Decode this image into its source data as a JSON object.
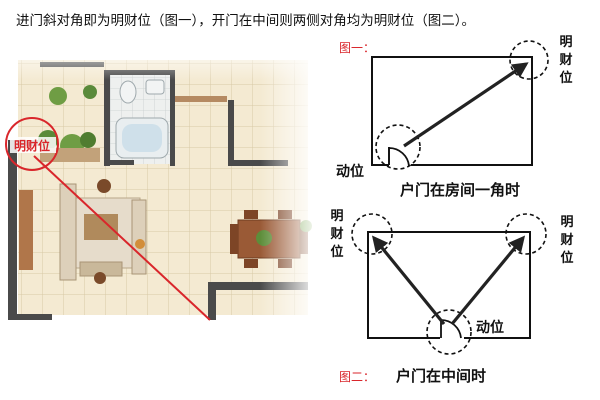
{
  "caption": "进门斜对角即为明财位（图一），开门在中间则两侧对角均为明财位（图二）。",
  "floorplan": {
    "marker_label": "明财位"
  },
  "figure1": {
    "tag": "图一：",
    "wealth_label": [
      "明",
      "财",
      "位"
    ],
    "door_label": "动位",
    "caption": "户门在房间一角时"
  },
  "figure2": {
    "wealth_left": [
      "明",
      "财",
      "位"
    ],
    "wealth_right": [
      "明",
      "财",
      "位"
    ],
    "door_label": "动位",
    "tag": "图二：",
    "caption": "户门在中间时"
  },
  "colors": {
    "red": "#d9262b",
    "tile_light": "#f4ead2",
    "tile_line": "#d8c9a6",
    "wall": "#4a4a4a",
    "wood": "#9a5a36"
  }
}
